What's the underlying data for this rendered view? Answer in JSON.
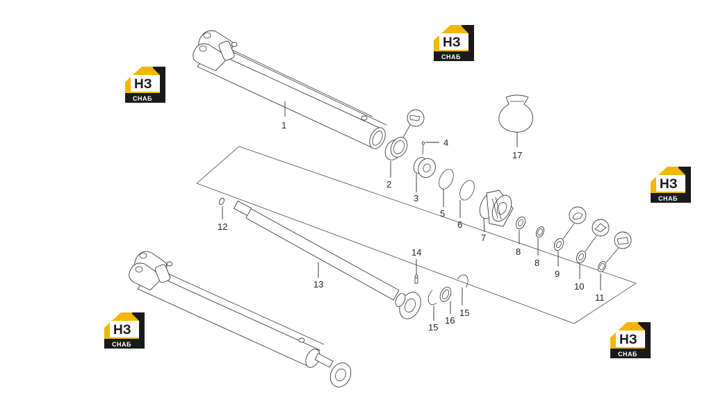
{
  "diagram": {
    "callouts": [
      {
        "id": "c1",
        "label": "1"
      },
      {
        "id": "c2",
        "label": "2"
      },
      {
        "id": "c3",
        "label": "3"
      },
      {
        "id": "c4",
        "label": "4"
      },
      {
        "id": "c5",
        "label": "5"
      },
      {
        "id": "c6",
        "label": "6"
      },
      {
        "id": "c7",
        "label": "7"
      },
      {
        "id": "c8a",
        "label": "8"
      },
      {
        "id": "c8b",
        "label": "8"
      },
      {
        "id": "c9",
        "label": "9"
      },
      {
        "id": "c10",
        "label": "10"
      },
      {
        "id": "c11",
        "label": "11"
      },
      {
        "id": "c12",
        "label": "12"
      },
      {
        "id": "c13",
        "label": "13"
      },
      {
        "id": "c14",
        "label": "14"
      },
      {
        "id": "c15a",
        "label": "15"
      },
      {
        "id": "c15b",
        "label": "15"
      },
      {
        "id": "c16",
        "label": "16"
      },
      {
        "id": "c17",
        "label": "17"
      }
    ]
  },
  "watermark": {
    "main": "НЗ",
    "sub": "СНАБ",
    "colors": {
      "gold": "#f2b705",
      "dark": "#1a1a1a"
    }
  }
}
